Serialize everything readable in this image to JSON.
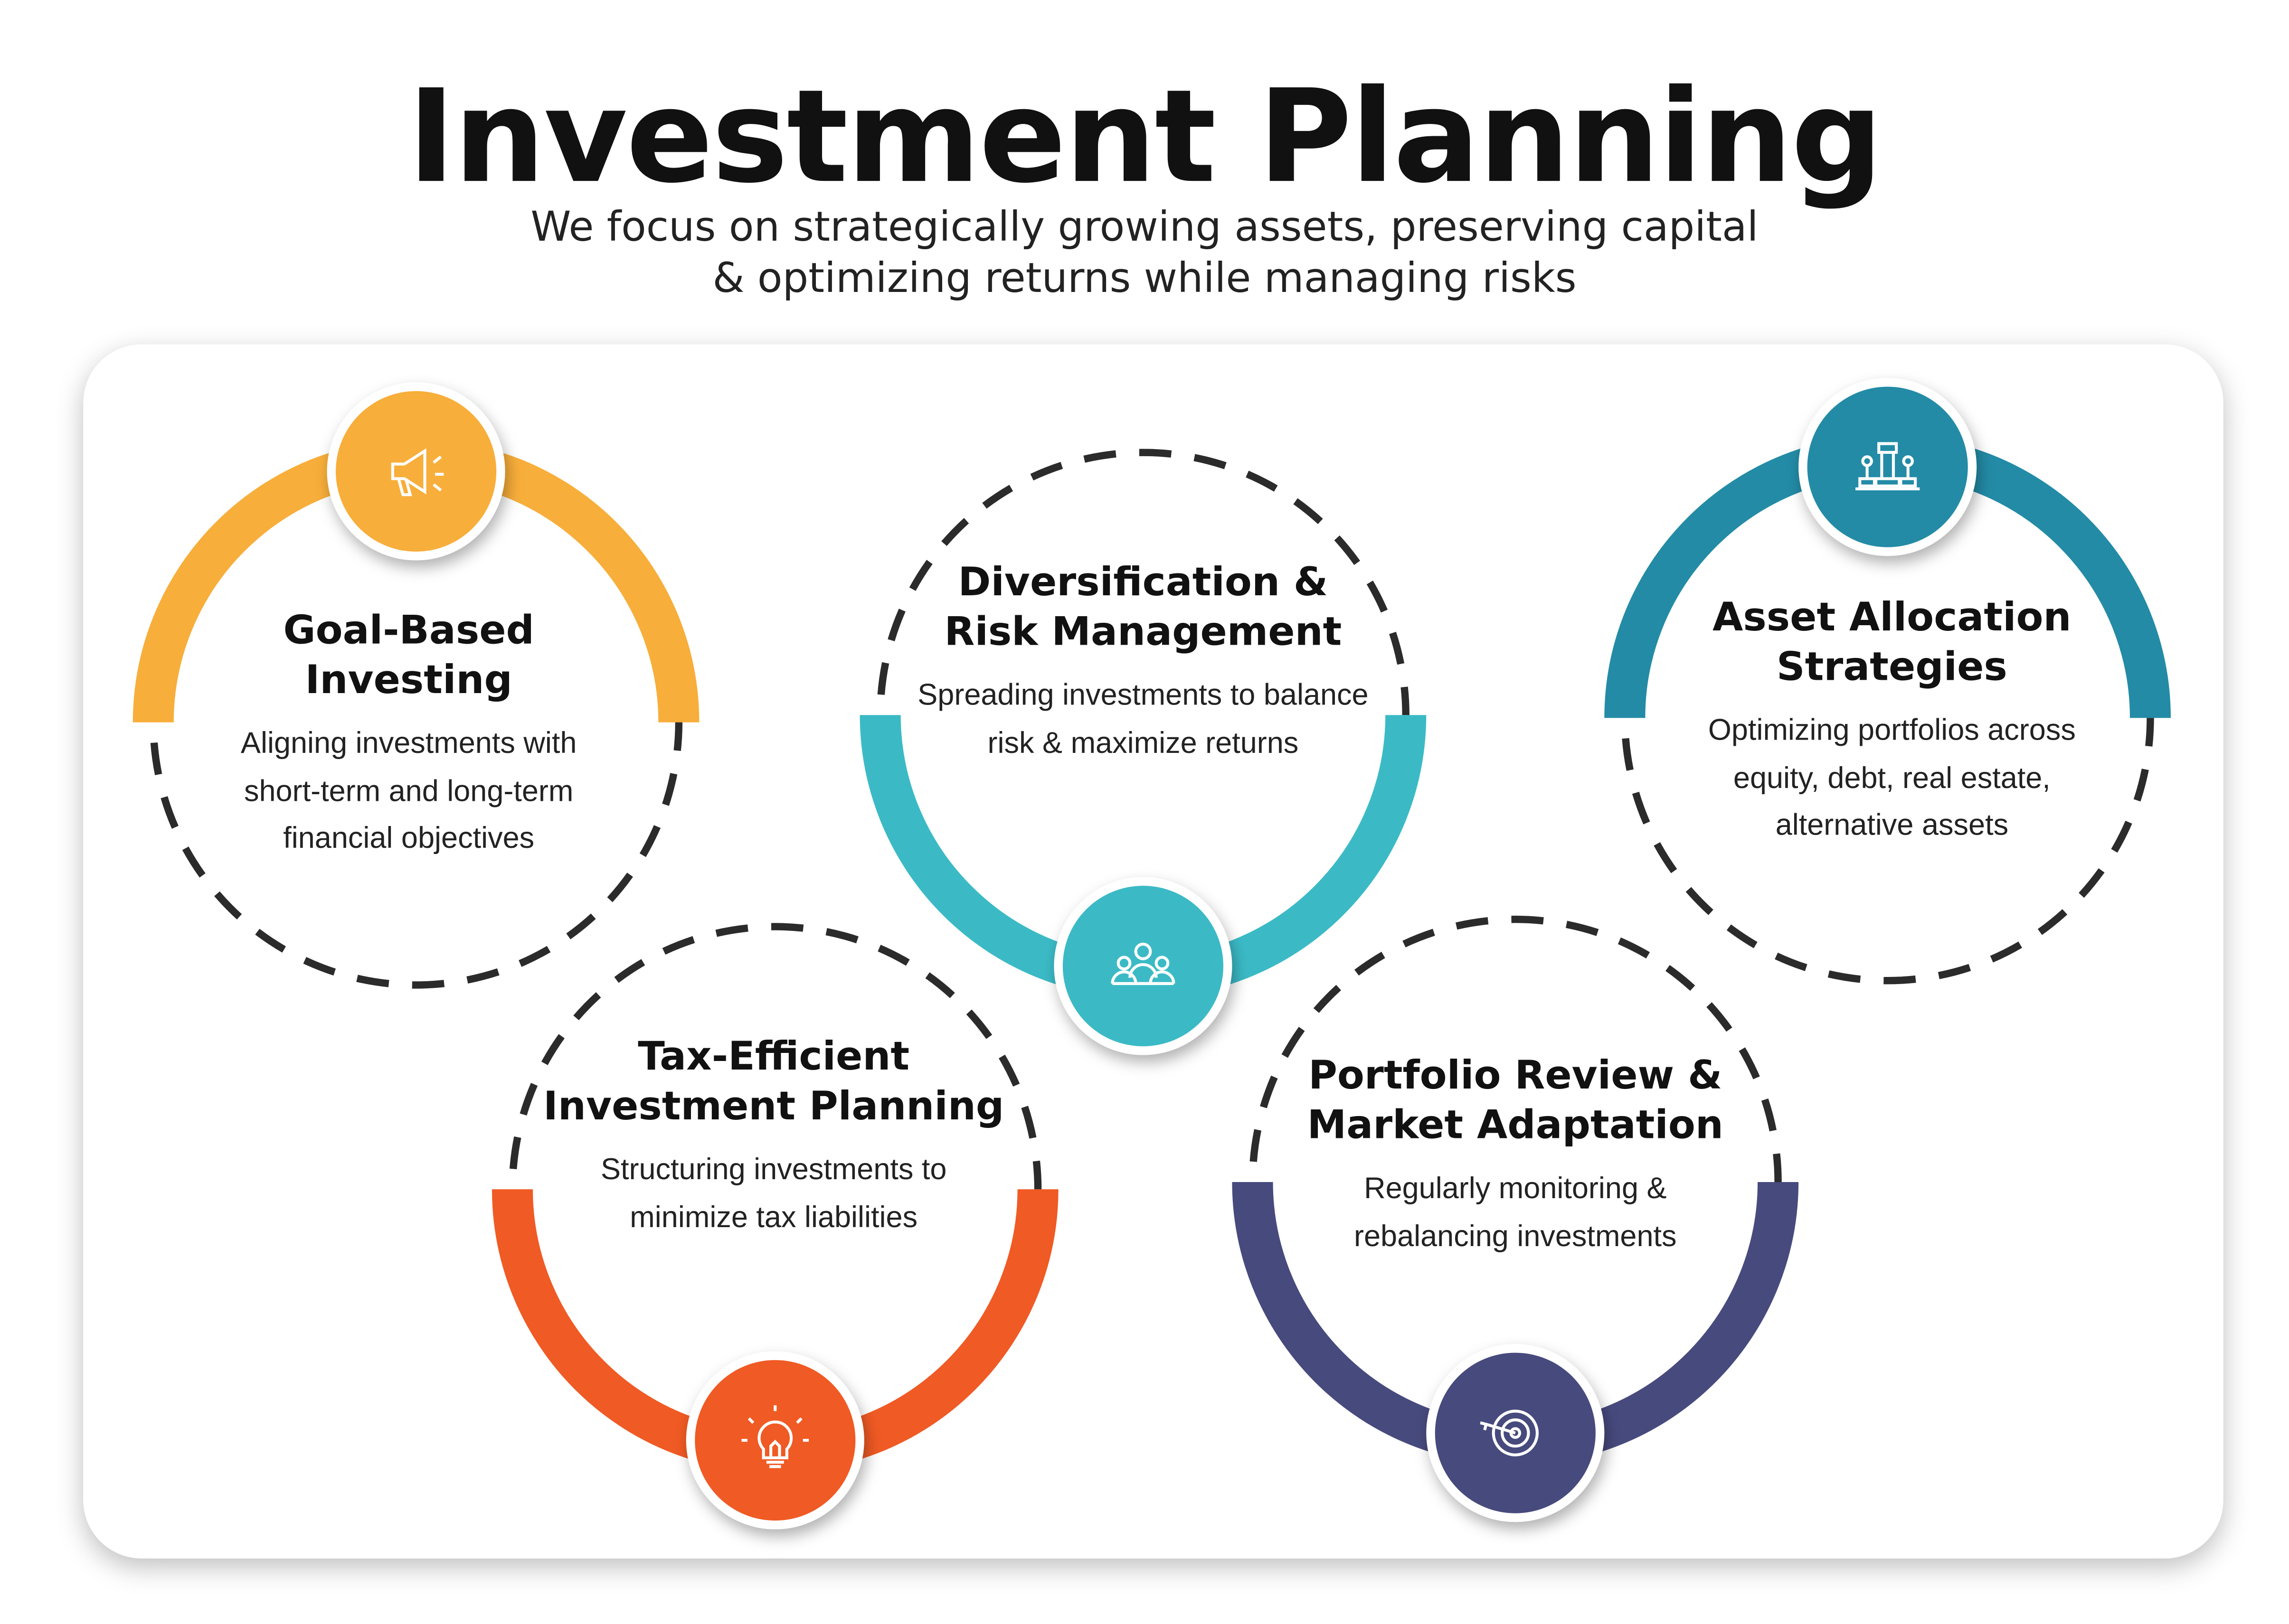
{
  "header": {
    "title": "Investment Planning",
    "subtitle_line1": "We focus on strategically growing assets, preserving capital",
    "subtitle_line2": "& optimizing returns while managing risks"
  },
  "items": [
    {
      "title1": "Goal-Based",
      "title2": "Investing",
      "desc": [
        "Aligning investments with",
        "short-term and long-term",
        "financial objectives"
      ],
      "icon": "megaphone-icon",
      "color": "#F8AE3A"
    },
    {
      "title1": "Diversification &",
      "title2": "Risk Management",
      "desc": [
        "Spreading investments to balance",
        "risk & maximize returns"
      ],
      "icon": "people-group-icon",
      "color": "#3BBAC6"
    },
    {
      "title1": "Asset Allocation",
      "title2": "Strategies",
      "desc": [
        "Optimizing portfolios across",
        "equity, debt, real estate,",
        "alternative assets"
      ],
      "icon": "chess-pieces-icon",
      "color": "#238BA6"
    },
    {
      "title1": "Tax-Efficient",
      "title2": "Investment Planning",
      "desc": [
        "Structuring investments to",
        "minimize tax liabilities"
      ],
      "icon": "lightbulb-icon",
      "color": "#F05A24"
    },
    {
      "title1": "Portfolio Review &",
      "title2": "Market Adaptation",
      "desc": [
        "Regularly monitoring &",
        "rebalancing investments"
      ],
      "icon": "target-icon",
      "color": "#474A7D"
    }
  ]
}
